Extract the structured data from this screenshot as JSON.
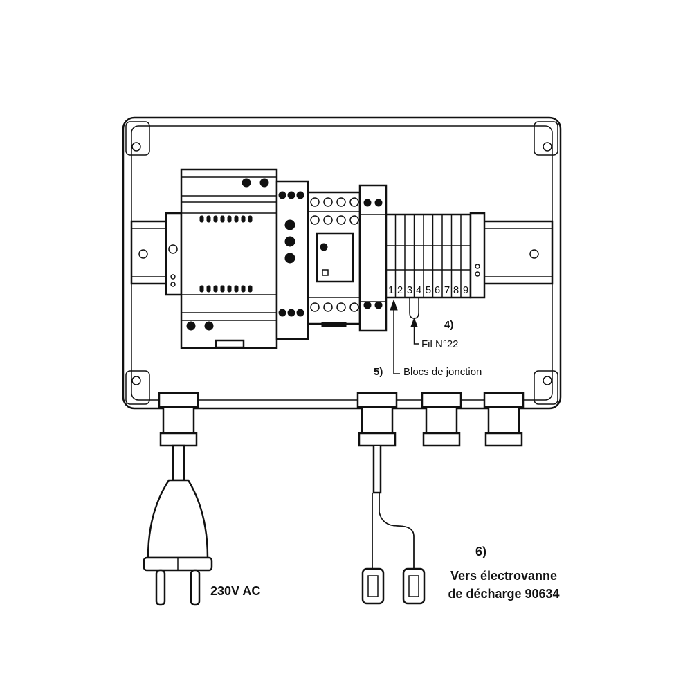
{
  "terminal_numbers": [
    "1",
    "2",
    "3",
    "4",
    "5",
    "6",
    "7",
    "8",
    "9"
  ],
  "callouts": {
    "wire": {
      "number": "4)",
      "label": "Fil N°22"
    },
    "junction": {
      "number": "5)",
      "label": "Blocs de jonction"
    },
    "valve": {
      "number": "6)",
      "line1": "Vers électrovanne",
      "line2": "de décharge 90634"
    },
    "power": {
      "label": "230V AC"
    }
  }
}
